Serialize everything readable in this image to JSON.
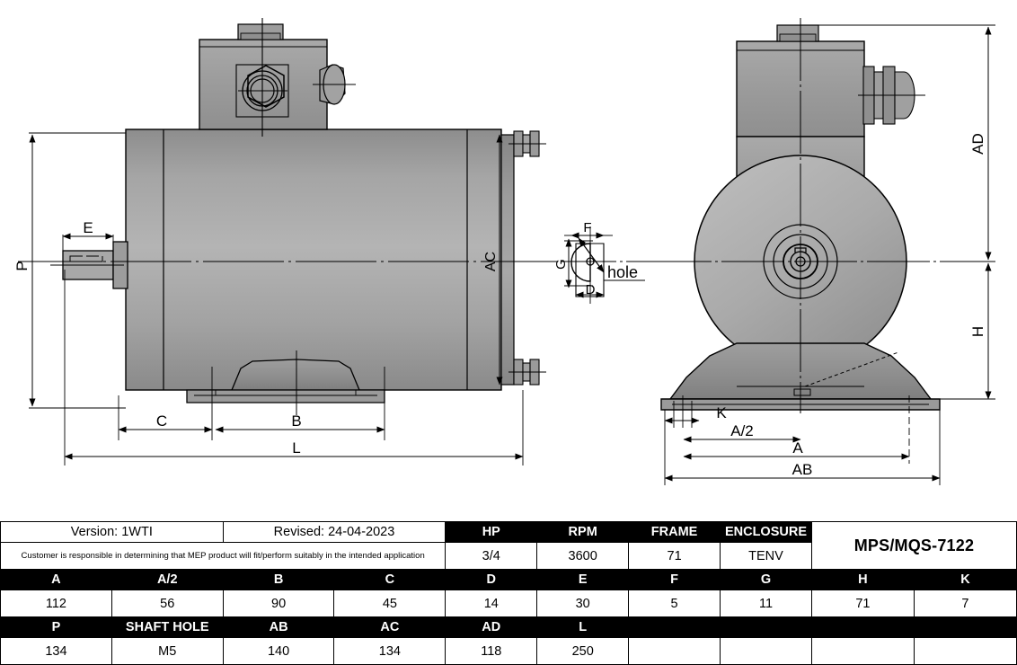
{
  "drawing": {
    "title": "MPS/MQS-7122 electric motor dimensional drawing",
    "side_view": {
      "name": "side-elevation-view",
      "dimension_labels": [
        "P",
        "E",
        "C",
        "B",
        "L",
        "AC"
      ]
    },
    "front_view": {
      "name": "front-elevation-view",
      "dimension_labels": [
        "AD",
        "H",
        "K",
        "A/2",
        "A",
        "AB"
      ]
    },
    "shaft_detail": {
      "name": "shaft-end-keyway-detail",
      "dimension_labels": [
        "F",
        "G",
        "D"
      ],
      "callout": "hole"
    },
    "labels": {
      "P": "P",
      "E": "E",
      "C": "C",
      "B": "B",
      "L": "L",
      "AC": "AC",
      "AD": "AD",
      "H": "H",
      "K": "K",
      "A_half": "A/2",
      "A": "A",
      "AB": "AB",
      "F": "F",
      "G": "G",
      "D": "D",
      "hole": "hole"
    }
  },
  "table": {
    "version_label": "Version: 1WTI",
    "revised_label": "Revised: 24-04-2023",
    "disclaimer": "Customer is responsible in determining that MEP product will fit/perform suitably in the intended application",
    "model": "MPS/MQS-7122",
    "spec_headers": [
      "HP",
      "RPM",
      "FRAME",
      "ENCLOSURE"
    ],
    "spec_values": [
      "3/4",
      "3600",
      "71",
      "TENV"
    ],
    "dim_row1_headers": [
      "A",
      "A/2",
      "B",
      "C",
      "D",
      "E",
      "F",
      "G",
      "H",
      "K"
    ],
    "dim_row1_values": [
      "112",
      "56",
      "90",
      "45",
      "14",
      "30",
      "5",
      "11",
      "71",
      "7"
    ],
    "dim_row2_headers": [
      "P",
      "SHAFT HOLE",
      "AB",
      "AC",
      "AD",
      "L",
      "",
      "",
      "",
      ""
    ],
    "dim_row2_values": [
      "134",
      "M5",
      "140",
      "134",
      "118",
      "250",
      "",
      "",
      "",
      ""
    ]
  },
  "colors": {
    "line": "#000000",
    "body_light": "#b6b6b6",
    "body_mid": "#9a9a9a",
    "body_dark": "#7e7e7e",
    "background": "#ffffff"
  }
}
